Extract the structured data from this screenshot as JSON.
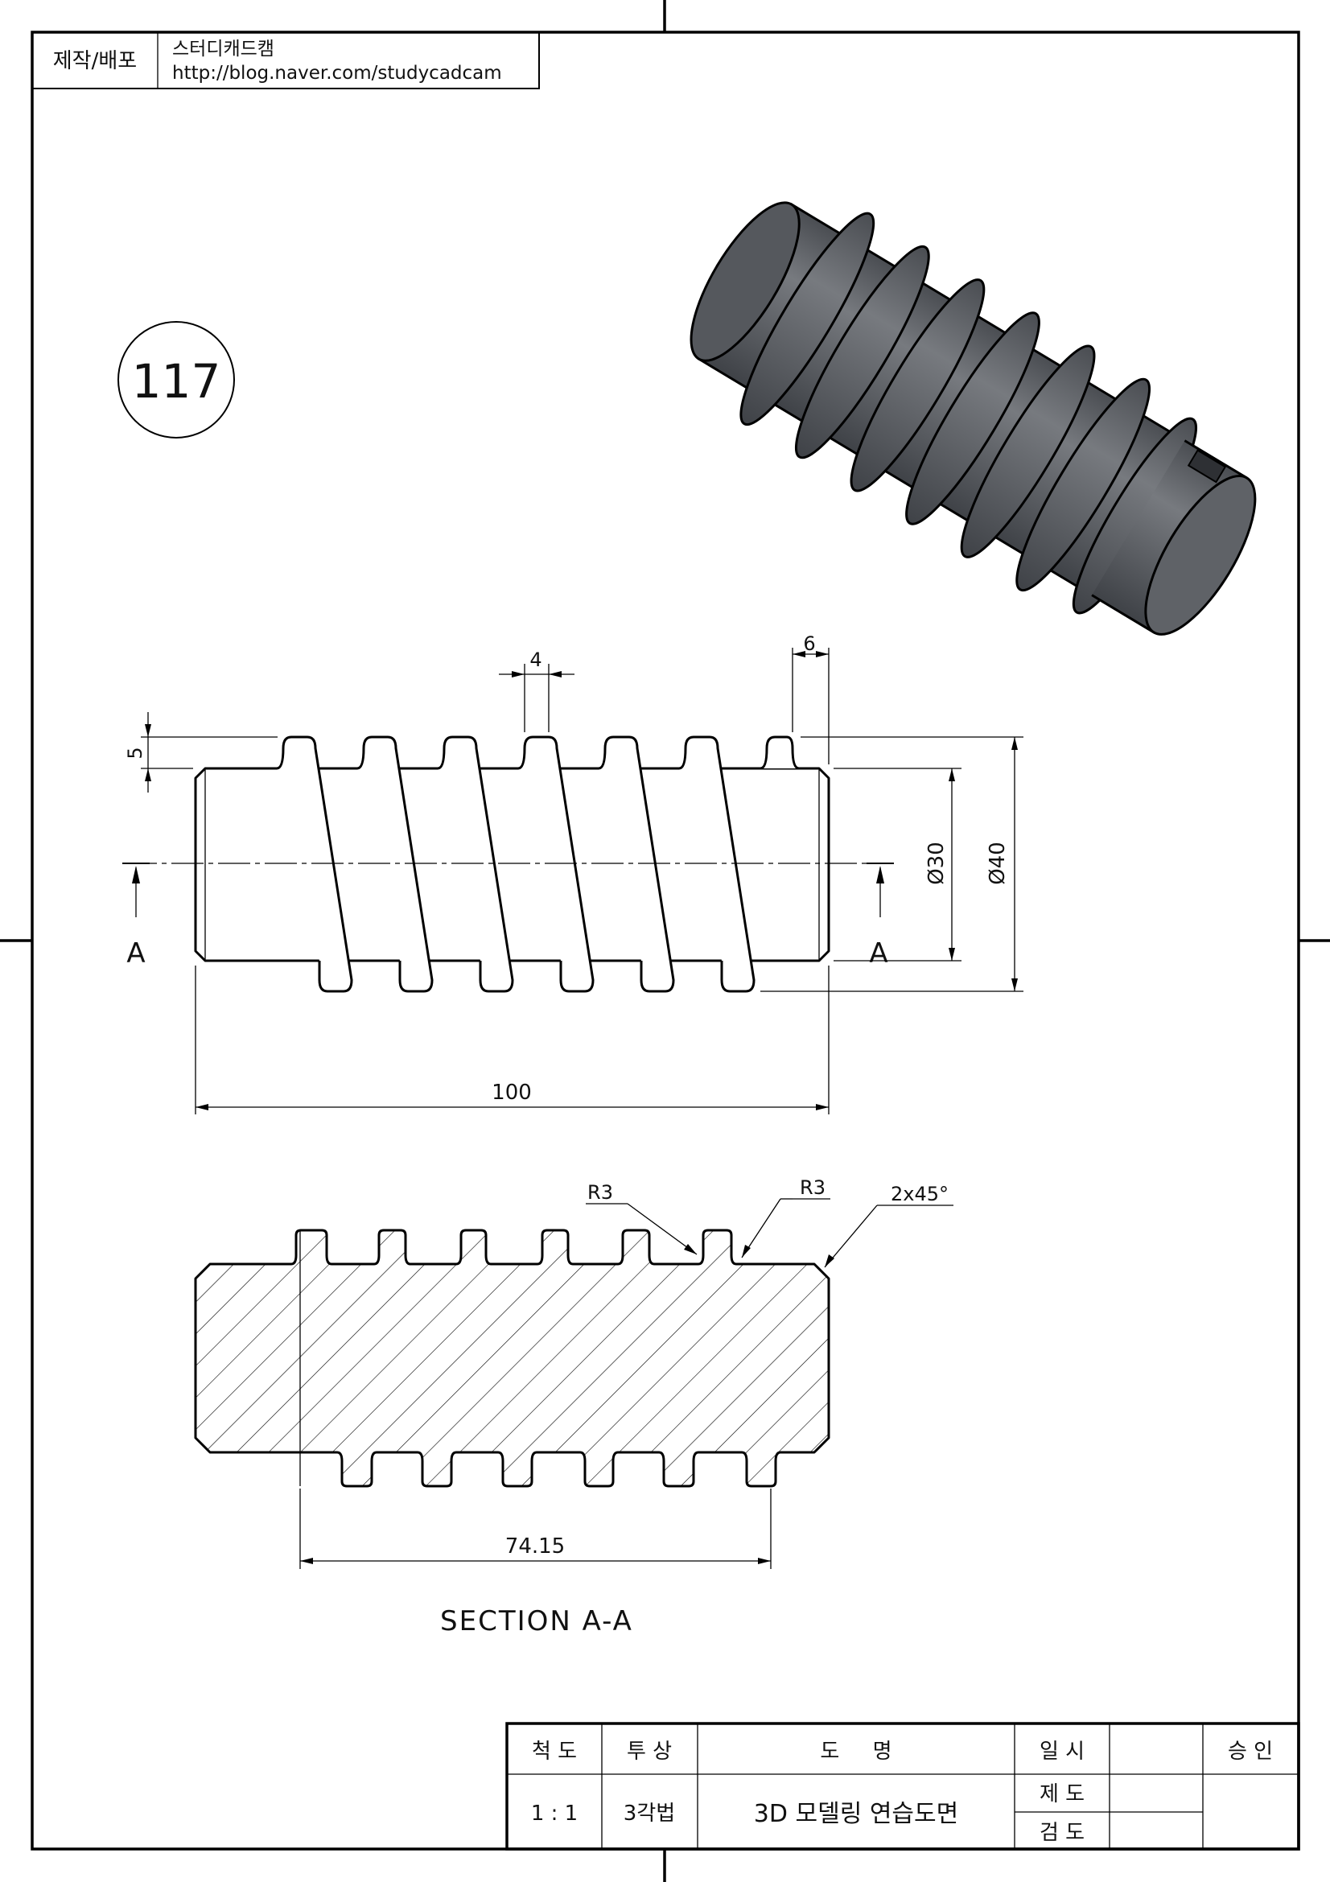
{
  "header": {
    "label": "제작/배포",
    "author": "스터디캐드캠",
    "url": "http://blog.naver.com/studycadcam"
  },
  "drawing_number": "117",
  "front_view": {
    "dims": {
      "tooth_height": "5",
      "groove_width": "4",
      "end_width": "6",
      "root_diameter": "Ø30",
      "outer_diameter": "Ø40",
      "length": "100"
    },
    "section_marks": [
      "A",
      "A"
    ]
  },
  "section_view": {
    "title": "SECTION A-A",
    "notes": {
      "radius_left": "R3",
      "radius_right": "R3",
      "chamfer": "2x45°",
      "span": "74.15"
    }
  },
  "title_block": {
    "scale_label": "척 도",
    "scale_value": "1 : 1",
    "projection_label": "투 상",
    "projection_value": "3각법",
    "name_label": "도     명",
    "name_value": "3D 모델링 연습도면",
    "date_label": "일 시",
    "drawn_label": "제 도",
    "checked_label": "검 도",
    "approval_label": "승 인"
  },
  "colors": {
    "line": "#000000",
    "model_fill": "#5a5d62",
    "model_face": "#6e7176"
  }
}
